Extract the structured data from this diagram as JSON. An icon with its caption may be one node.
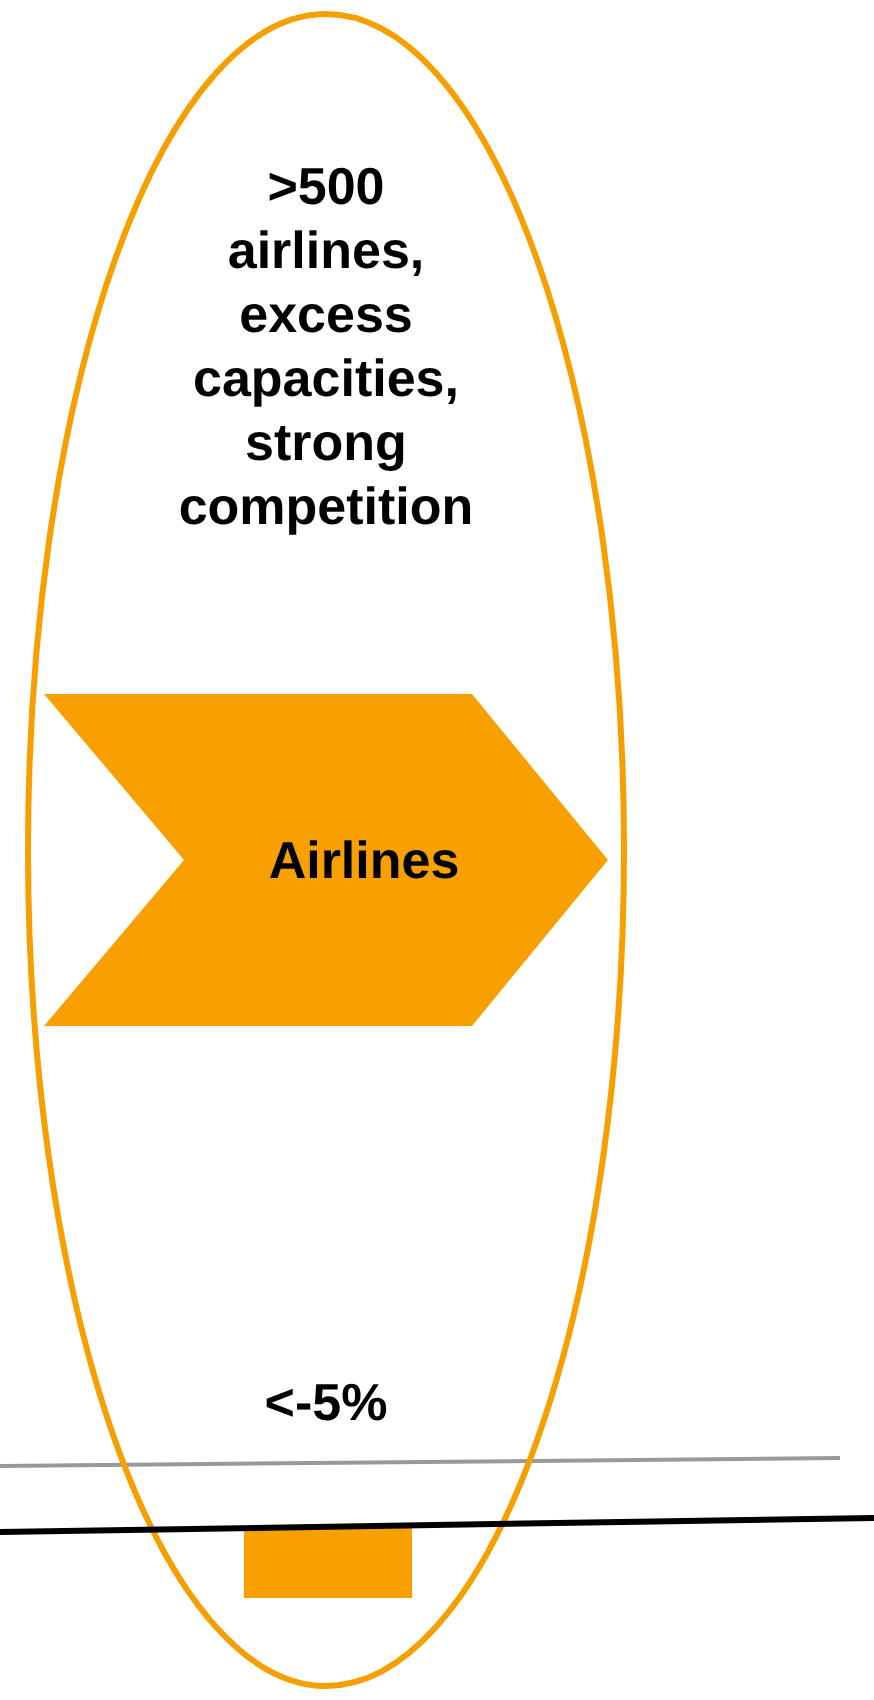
{
  "diagram": {
    "nodes": [
      {
        "text": [
          ">500 airlines, excess capacities, strong competition",
          "<-5%"
        ]
      },
      {
        "text": [
          "Airlines"
        ],
        "in": 0
      },
      {
        "text": [],
        "shape": "bar",
        "in": 0
      }
    ]
  }
}
